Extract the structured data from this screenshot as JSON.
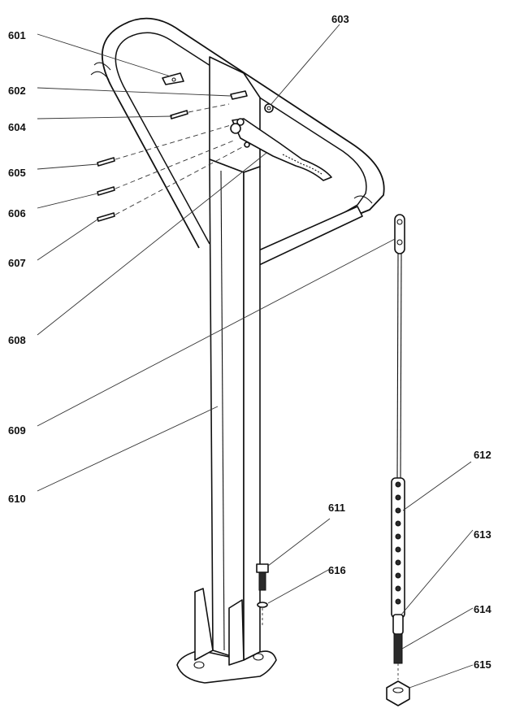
{
  "diagram": {
    "labels": [
      {
        "id": "601",
        "text": "601"
      },
      {
        "id": "602",
        "text": "602"
      },
      {
        "id": "603",
        "text": "603"
      },
      {
        "id": "604",
        "text": "604"
      },
      {
        "id": "605",
        "text": "605"
      },
      {
        "id": "606",
        "text": "606"
      },
      {
        "id": "607",
        "text": "607"
      },
      {
        "id": "608",
        "text": "608"
      },
      {
        "id": "609",
        "text": "609"
      },
      {
        "id": "610",
        "text": "610"
      },
      {
        "id": "611",
        "text": "611"
      },
      {
        "id": "612",
        "text": "612"
      },
      {
        "id": "613",
        "text": "613"
      },
      {
        "id": "614",
        "text": "614"
      },
      {
        "id": "615",
        "text": "615"
      },
      {
        "id": "616",
        "text": "616"
      }
    ]
  }
}
